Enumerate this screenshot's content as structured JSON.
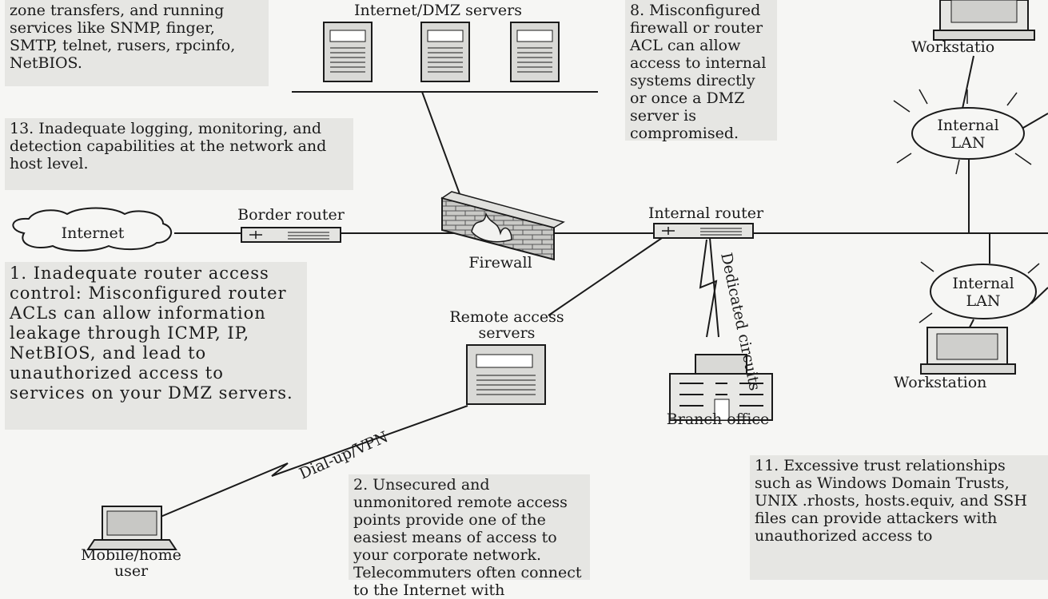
{
  "notes": {
    "top_left": "zone transfers, and running services like SNMP, finger, SMTP, telnet, rusers, rpcinfo, NetBIOS.",
    "logging": "13. Inadequate logging, monitoring, and detection capabilities at the network and host level.",
    "misconfigured_firewall": "8. Misconfigured firewall or router ACL can allow access to internal systems directly or once a DMZ server is compromised.",
    "router_access": "1.  Inadequate router access control: Misconfigured router ACLs can allow information leakage through ICMP, IP, NetBIOS, and lead to unauthorized access to services on your DMZ servers.",
    "remote_access": "2. Unsecured and unmonitored remote access points provide one of the easiest means of access to your corporate network. Telecommuters often connect to the Internet with",
    "trust": "11. Excessive trust relationships such as Windows Domain Trusts, UNIX .rhosts, hosts.equiv, and SSH files can provide attackers with unauthorized access to"
  },
  "labels": {
    "dmz_servers": "Internet/DMZ servers",
    "border_router": "Border router",
    "internet": "Internet",
    "firewall": "Firewall",
    "internal_router": "Internal router",
    "dedicated_circuits": "Dedicated circuits",
    "remote_access_servers_1": "Remote access",
    "remote_access_servers_2": "servers",
    "branch_office": "Branch office",
    "dialup_vpn": "Dial-up/VPN",
    "mobile_user_1": "Mobile/home",
    "mobile_user_2": "user",
    "workstation_top": "Workstatio",
    "workstation_bottom": "Workstation",
    "internal_lan_top_1": "Internal",
    "internal_lan_top_2": "LAN",
    "internal_lan_bottom_1": "Internal",
    "internal_lan_bottom_2": "LAN"
  },
  "colors": {
    "background": "#f6f6f4",
    "note_fill": "#e6e6e3",
    "line": "#1a1a1a",
    "device_fill": "#d9d9d6",
    "brick": "#bdbdba"
  },
  "icons": [
    "server-icon",
    "router-icon",
    "firewall-icon",
    "cloud-icon",
    "workstation-icon",
    "laptop-icon",
    "building-icon",
    "lightning-icon"
  ]
}
